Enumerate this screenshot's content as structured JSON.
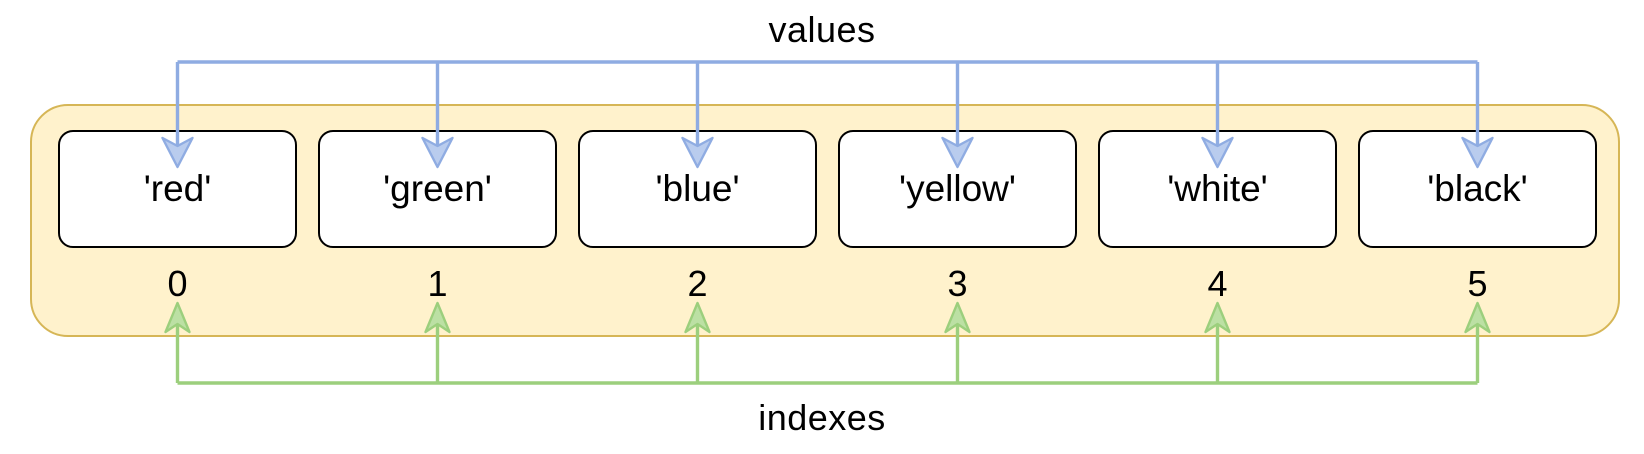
{
  "diagram": {
    "values_label": "values",
    "indexes_label": "indexes",
    "cells": [
      {
        "value": "'red'",
        "index": "0"
      },
      {
        "value": "'green'",
        "index": "1"
      },
      {
        "value": "'blue'",
        "index": "2"
      },
      {
        "value": "'yellow'",
        "index": "3"
      },
      {
        "value": "'white'",
        "index": "4"
      },
      {
        "value": "'black'",
        "index": "5"
      }
    ],
    "colors": {
      "container_fill": "#FFF2CC",
      "container_border": "#D6B656",
      "cell_fill": "#FFFFFF",
      "cell_border": "#000000",
      "text": "#000000",
      "values_arrow": "#8FACE2",
      "values_arrow_head_fill": "#B9CCEE",
      "indexes_arrow": "#9CCF7D",
      "indexes_arrow_head_fill": "#BCE0A4"
    }
  }
}
